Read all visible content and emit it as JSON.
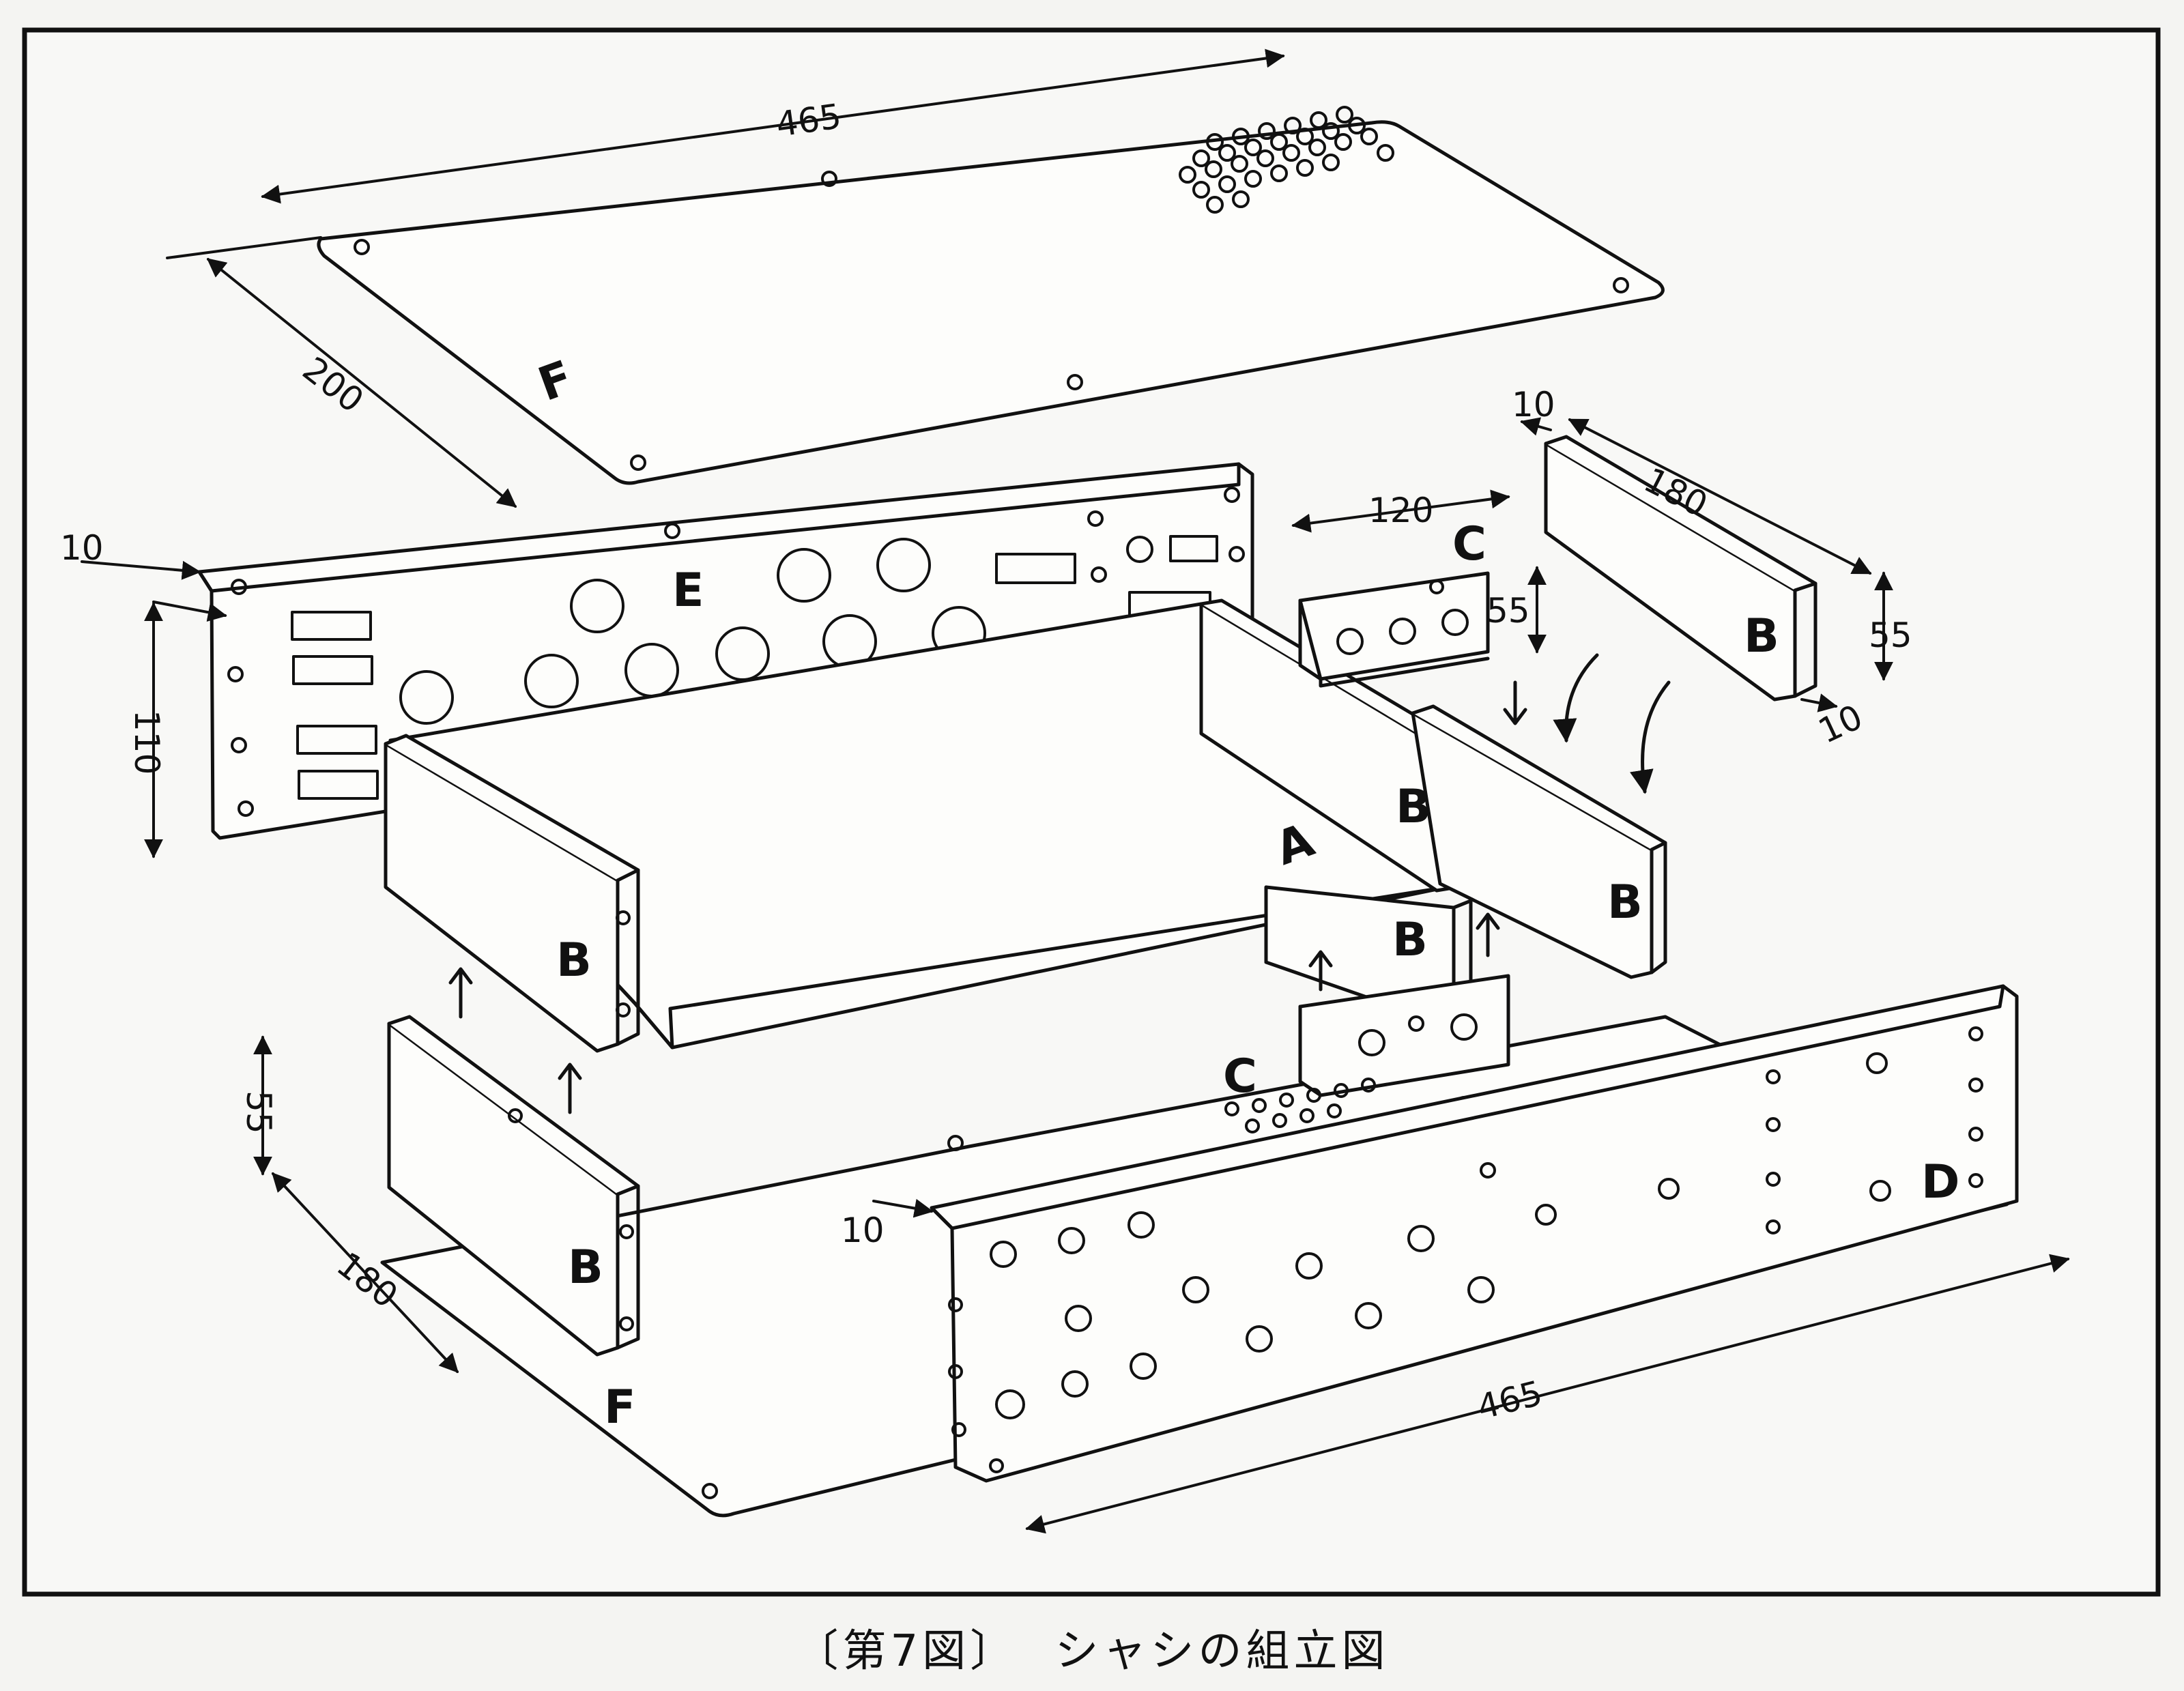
{
  "figure": {
    "number": "〔第7図〕",
    "title": "シャシの組立図"
  },
  "part_labels": {
    "top_cover": "F",
    "bottom_plate": "F",
    "front_panel": "E",
    "chassis_base": "A",
    "side_panel_left": "B",
    "side_panel_lower": "B",
    "inner_panel_1": "B",
    "inner_panel_2": "B",
    "inner_panel_3": "B",
    "side_panel_right": "B",
    "bracket_upper": "C",
    "bracket_lower": "C",
    "rear_panel": "D"
  },
  "dimensions": {
    "top_length": "465",
    "top_width": "200",
    "front_flange": "10",
    "front_height": "110",
    "bracket_width": "120",
    "bracket_height": "55",
    "side_length": "180",
    "side_height": "55",
    "side_flange_top": "10",
    "side_flange_bottom": "10",
    "lower_side_height": "55",
    "lower_side_length": "180",
    "rear_flange": "10",
    "rear_length": "465"
  }
}
